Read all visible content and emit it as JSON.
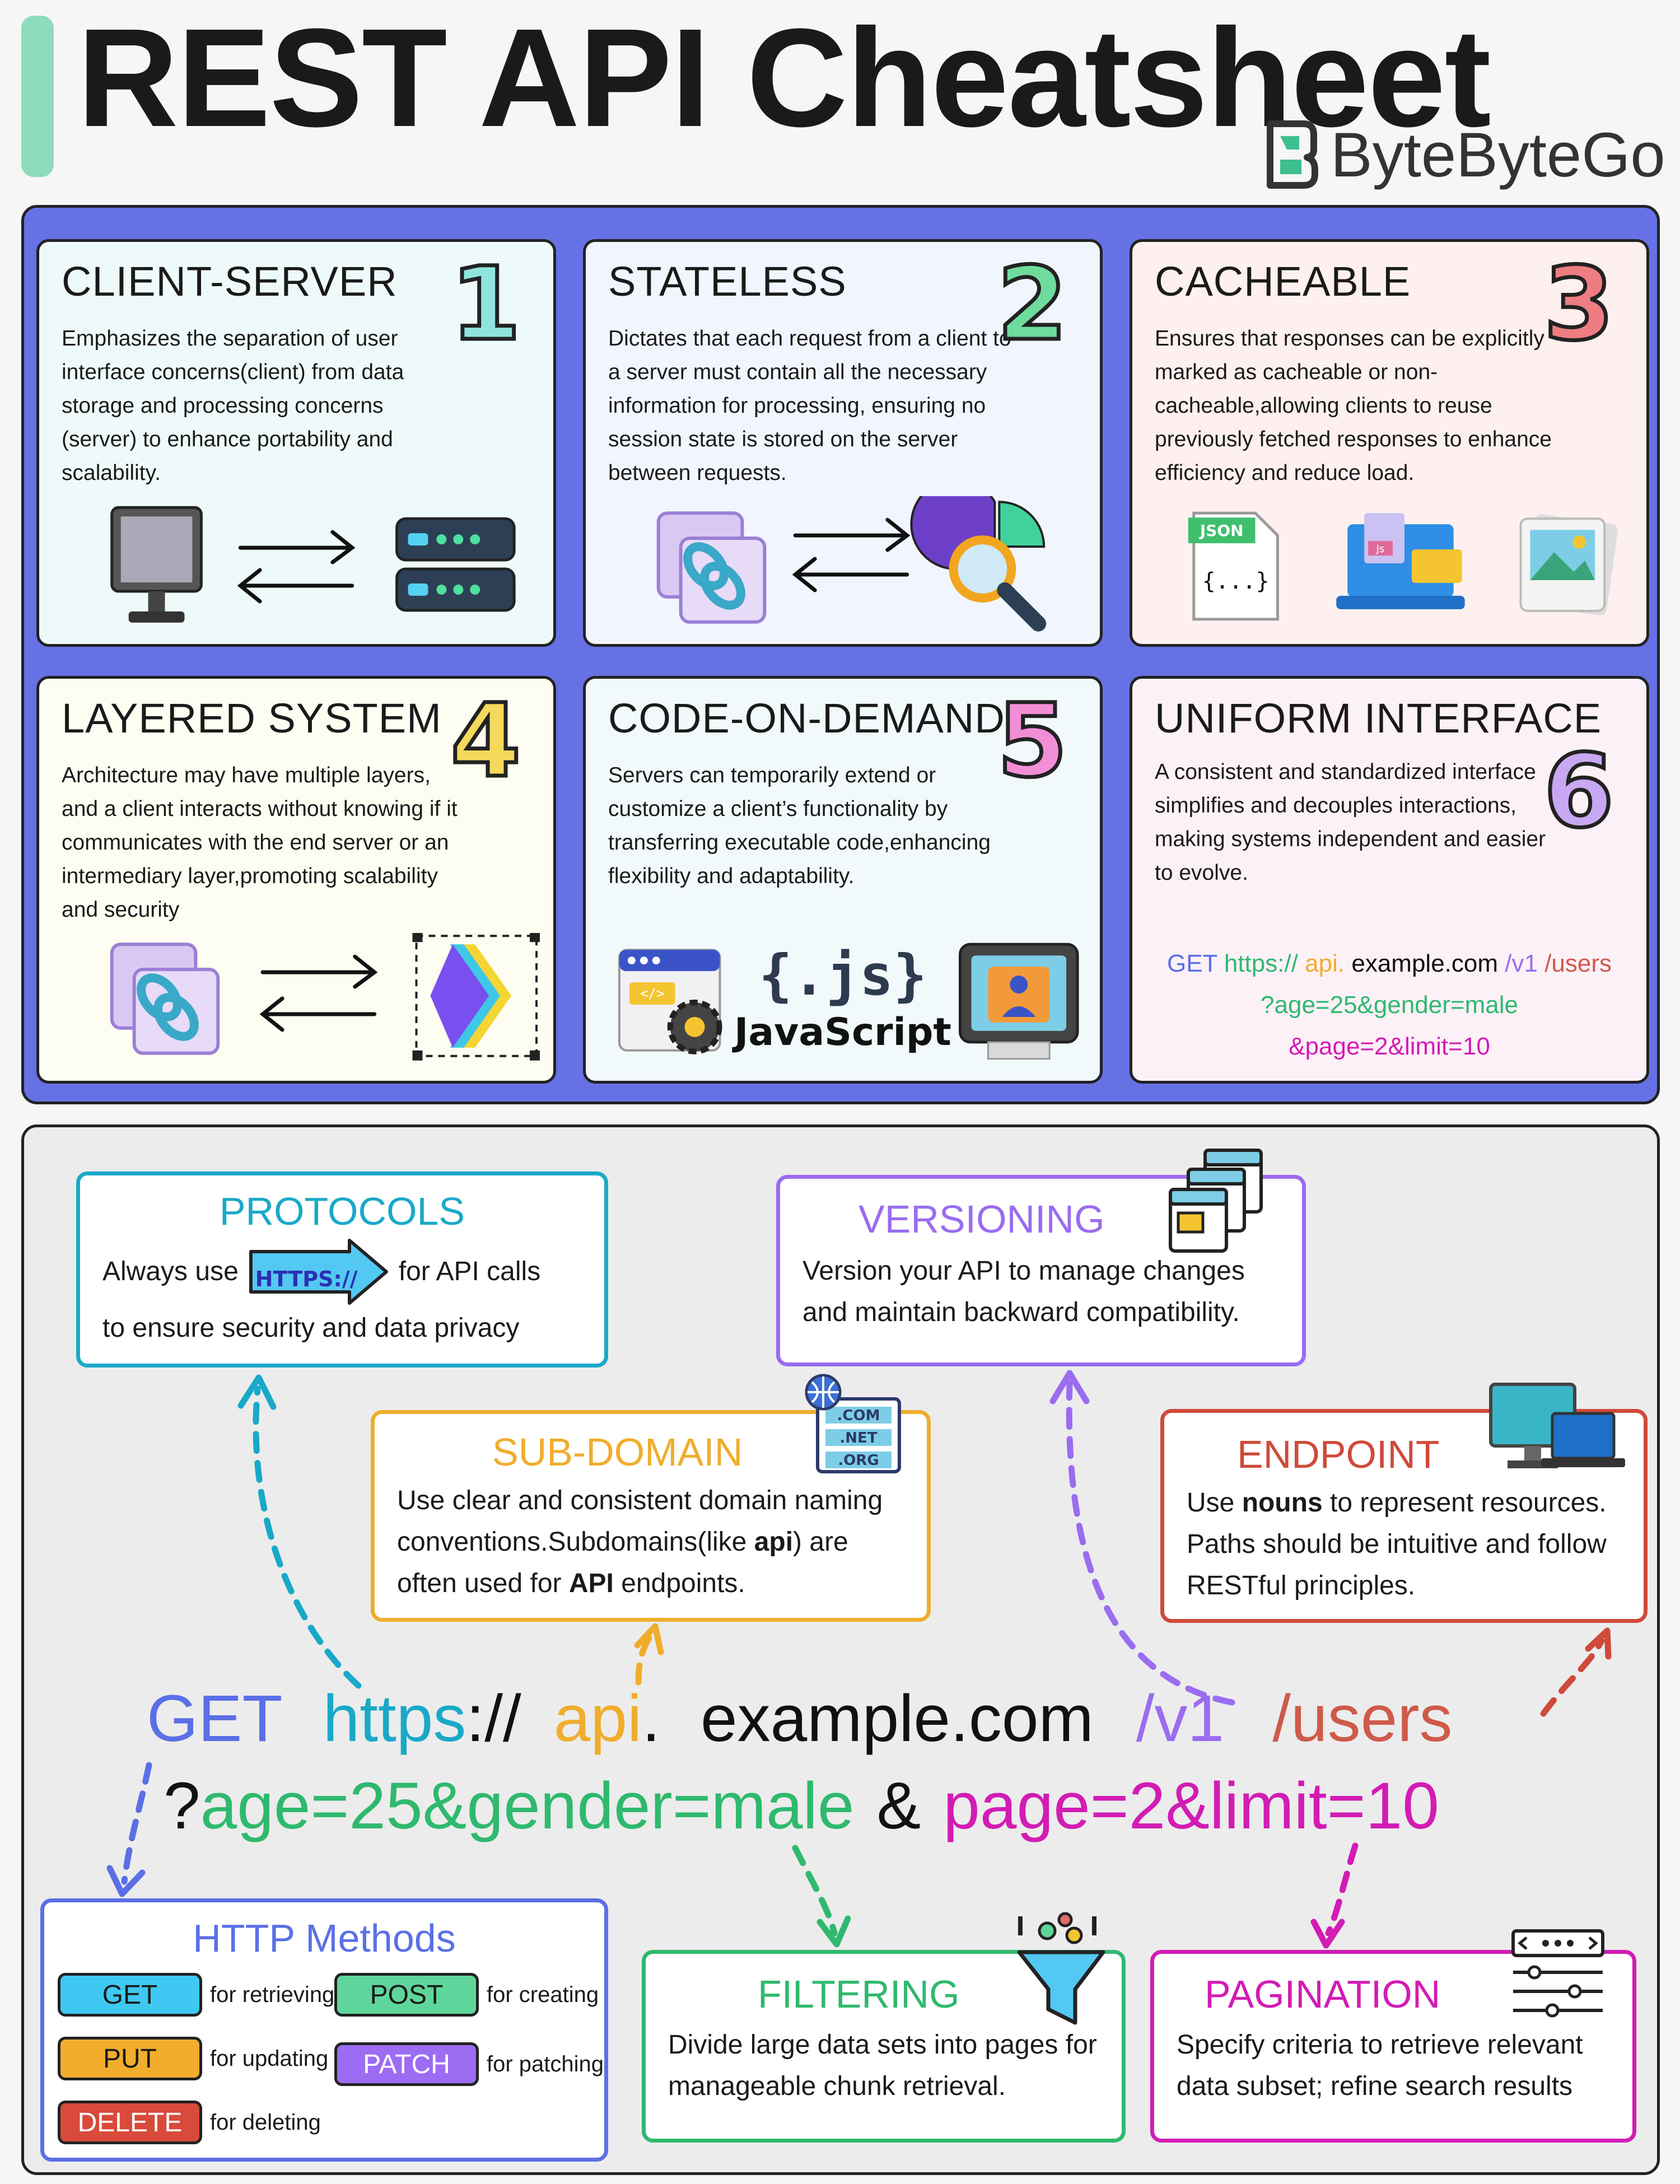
{
  "header": {
    "title": "REST API Cheatsheet",
    "brand": "ByteByteGo"
  },
  "principles": [
    {
      "number": "1",
      "title": "CLIENT-SERVER",
      "description": "Emphasizes the separation of user interface concerns(client) from data storage and processing concerns (server) to enhance portability and scalability.",
      "bg": "#eefaf9",
      "number_color": "#8fe5de"
    },
    {
      "number": "2",
      "title": "STATELESS",
      "description": "Dictates that each request from a client to a server must contain all the necessary information for processing, ensuring no session state is stored on the server between requests.",
      "bg": "#f1f5fd",
      "number_color": "#6fdc9e"
    },
    {
      "number": "3",
      "title": "CACHEABLE",
      "description": "Ensures that responses can be explicitly marked as cacheable or non-cacheable,allowing clients to reuse previously fetched responses to enhance efficiency and reduce load.",
      "bg": "#fdf0ef",
      "number_color": "#ee7d82"
    },
    {
      "number": "4",
      "title": "LAYERED SYSTEM",
      "description": "Architecture may have multiple layers, and a client interacts without knowing if it communicates with the end server or an intermediary layer,promoting scalability and security",
      "bg": "#fdfdf1",
      "number_color": "#f5d95a"
    },
    {
      "number": "5",
      "title": "CODE-ON-DEMAND",
      "description": "Servers can temporarily extend or customize a client’s functionality by transferring executable code,enhancing flexibility and adaptability.",
      "bg": "#f1f9fb",
      "number_color": "#f28ed6"
    },
    {
      "number": "6",
      "title": "UNIFORM INTERFACE",
      "description": "A consistent and standardized interface simplifies and decouples interactions, making systems independent and easier to evolve.",
      "bg": "#fdf1f8",
      "number_color": "#c8a8f2"
    }
  ],
  "code_labels": {
    "json": "JSON",
    "json_body": "{...}",
    "js_file": "Js",
    "js_brace": "{.js}",
    "js_name": "JavaScript",
    "html_tag": "</>"
  },
  "uniform_example": {
    "method": "GET",
    "scheme": "https://",
    "subdomain": "api.",
    "domain": "example.com",
    "version": "/v1",
    "resource": "/users",
    "filter_query": "?age=25&gender=male",
    "page_query": "&page=2&limit=10"
  },
  "concepts": {
    "protocols": {
      "title": "PROTOCOLS",
      "text_before": "Always use",
      "badge": "HTTPS://",
      "text_after": "for API calls",
      "line2": "to ensure security and data privacy"
    },
    "versioning": {
      "title": "VERSIONING",
      "text": "Version your API to manage changes and maintain backward compatibility."
    },
    "subdomain": {
      "title": "SUB-DOMAIN",
      "text_1": "Use clear and consistent domain naming conventions.Subdomains(like ",
      "bold_1": "api",
      "text_2": ") are often used for ",
      "bold_2": "API",
      "text_3": " endpoints.",
      "tld_1": ".COM",
      "tld_2": ".NET",
      "tld_3": ".ORG"
    },
    "endpoint": {
      "title": "ENDPOINT",
      "text_1": "Use ",
      "bold": "nouns",
      "text_2": " to represent resources. Paths should be intuitive and follow RESTful principles."
    },
    "http_methods": {
      "title": "HTTP Methods",
      "methods": [
        {
          "name": "GET",
          "desc": "for retrieving",
          "color": "#3fc8f2"
        },
        {
          "name": "POST",
          "desc": "for creating",
          "color": "#5ed69b"
        },
        {
          "name": "PUT",
          "desc": "for updating",
          "color": "#f2ad2e"
        },
        {
          "name": "PATCH",
          "desc": "for patching",
          "color": "#9c6cf2"
        },
        {
          "name": "DELETE",
          "desc": "for deleting",
          "color": "#d84a3a"
        }
      ]
    },
    "filtering": {
      "title": "FILTERING",
      "text": "Divide large data sets into pages for manageable chunk retrieval."
    },
    "pagination": {
      "title": "PAGINATION",
      "text": "Specify criteria to retrieve relevant data subset; refine search results"
    }
  },
  "big_url": {
    "method": "GET",
    "scheme": "https",
    "scheme_sep": "://",
    "subdomain": "api",
    "subdomain_sep": ".",
    "domain": "example.com",
    "version": "/v1",
    "resource": "/users",
    "q_mark": "?",
    "filter_query": "age=25&gender=male",
    "amp": "&",
    "page_query": "page=2&limit=10"
  },
  "colors": {
    "method": "#5b6fe6",
    "scheme": "#19a9c8",
    "subdomain": "#f0ad2c",
    "domain": "#111111",
    "version": "#9a6cf0",
    "resource": "#cf5a4a",
    "filter": "#2fb96e",
    "page": "#d21cb4",
    "protocols": "#19a9c8",
    "versioning": "#9a6cf0",
    "sub_domain": "#f0ad2c",
    "endpoint": "#cf4a3a",
    "http": "#5b6fe6",
    "filtering": "#2fb96e",
    "pagination": "#d21cb4"
  }
}
